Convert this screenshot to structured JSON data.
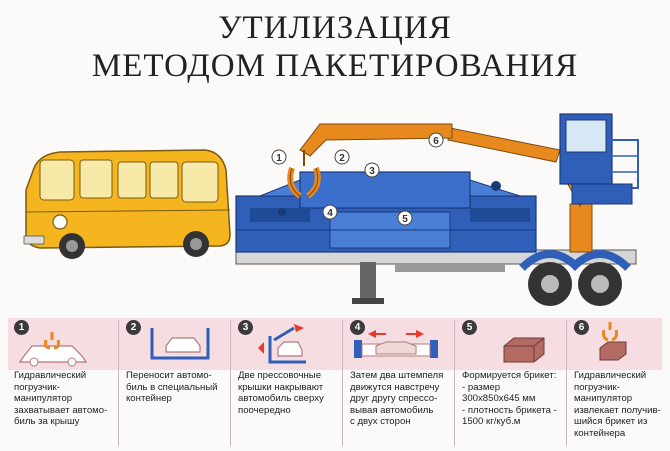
{
  "title": {
    "line1": "УТИЛИЗАЦИЯ",
    "line2": "МЕТОДОМ ПАКЕТИРОВАНИЯ"
  },
  "markers": [
    "1",
    "2",
    "3",
    "4",
    "5",
    "6"
  ],
  "steps": [
    {
      "num": "1",
      "caption": "Гидравлический\nпогрузчик-\nманипулятор\nзахватывает автомо-\nбиль за крышу"
    },
    {
      "num": "2",
      "caption": "Переносит автомо-\nбиль в специальный\nконтейнер"
    },
    {
      "num": "3",
      "caption": "Две прессовочные\nкрышки накрывают\nавтомобиль сверху\nпоочередно"
    },
    {
      "num": "4",
      "caption": "Затем два штемпеля\nдвижутся навстречу\nдруг другу спрессо-\nвывая автомобиль\nс двух сторон"
    },
    {
      "num": "5",
      "caption": "Формируется брикет:\n- размер\n  300х850х645 мм\n- плотность брикета -\n  1500 кг/куб.м"
    },
    {
      "num": "6",
      "caption": "Гидравлический\nпогрузчик-\nманипулятор\nизвлекает получив-\nшийся брикет из\nконтейнера"
    }
  ],
  "colors": {
    "bus": "#f5b51e",
    "container": "#2f5fb8",
    "crane": "#e8891d",
    "band": "#f6dde2",
    "briquette": "#b26a63"
  }
}
